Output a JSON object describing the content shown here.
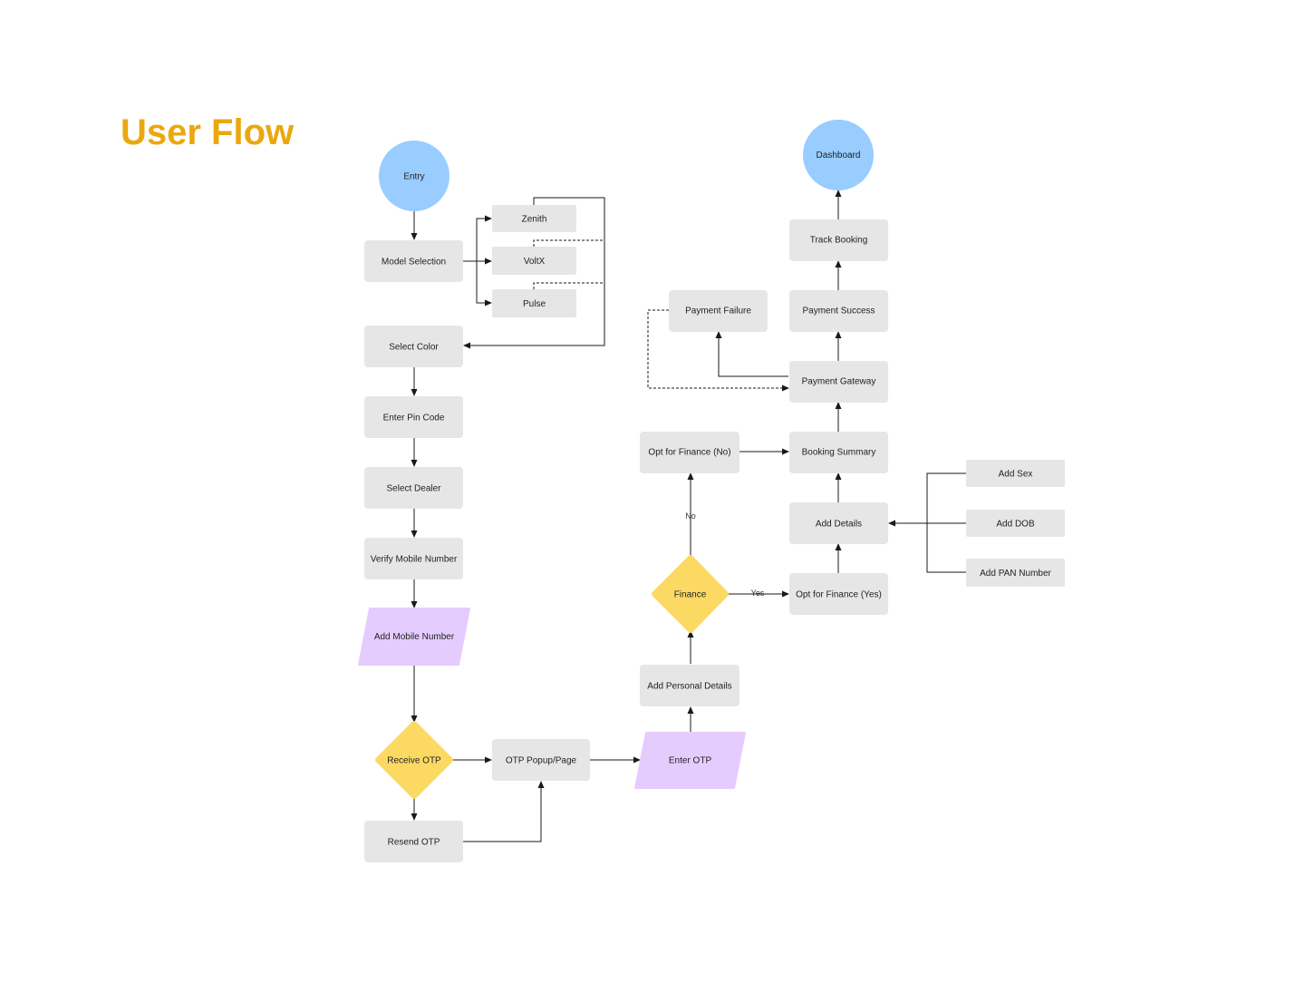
{
  "title": "User Flow",
  "colors": {
    "title": "#EAA80E",
    "process": "#E6E6E6",
    "terminal": "#99CCFF",
    "decision": "#FCD963",
    "input": "#E5CCFF",
    "line": "#1A1A1A"
  },
  "nodes": {
    "entry": "Entry",
    "model_selection": "Model Selection",
    "zenith": "Zenith",
    "voltx": "VoltX",
    "pulse": "Pulse",
    "select_color": "Select Color",
    "enter_pin_code": "Enter Pin Code",
    "select_dealer": "Select Dealer",
    "verify_mobile": "Verify Mobile Number",
    "add_mobile": "Add Mobile Number",
    "receive_otp": "Receive OTP",
    "resend_otp": "Resend OTP",
    "otp_popup": "OTP Popup/Page",
    "enter_otp": "Enter OTP",
    "add_personal_details": "Add Personal Details",
    "finance": "Finance",
    "opt_finance_no": "Opt for Finance (No)",
    "opt_finance_yes": "Opt for Finance (Yes)",
    "add_details": "Add Details",
    "add_sex": "Add Sex",
    "add_dob": "Add DOB",
    "add_pan": "Add PAN Number",
    "booking_summary": "Booking Summary",
    "payment_gateway": "Payment Gateway",
    "payment_failure": "Payment Failure",
    "payment_success": "Payment Success",
    "track_booking": "Track Booking",
    "dashboard": "Dashboard"
  },
  "edge_labels": {
    "no": "No",
    "yes": "Yes"
  }
}
